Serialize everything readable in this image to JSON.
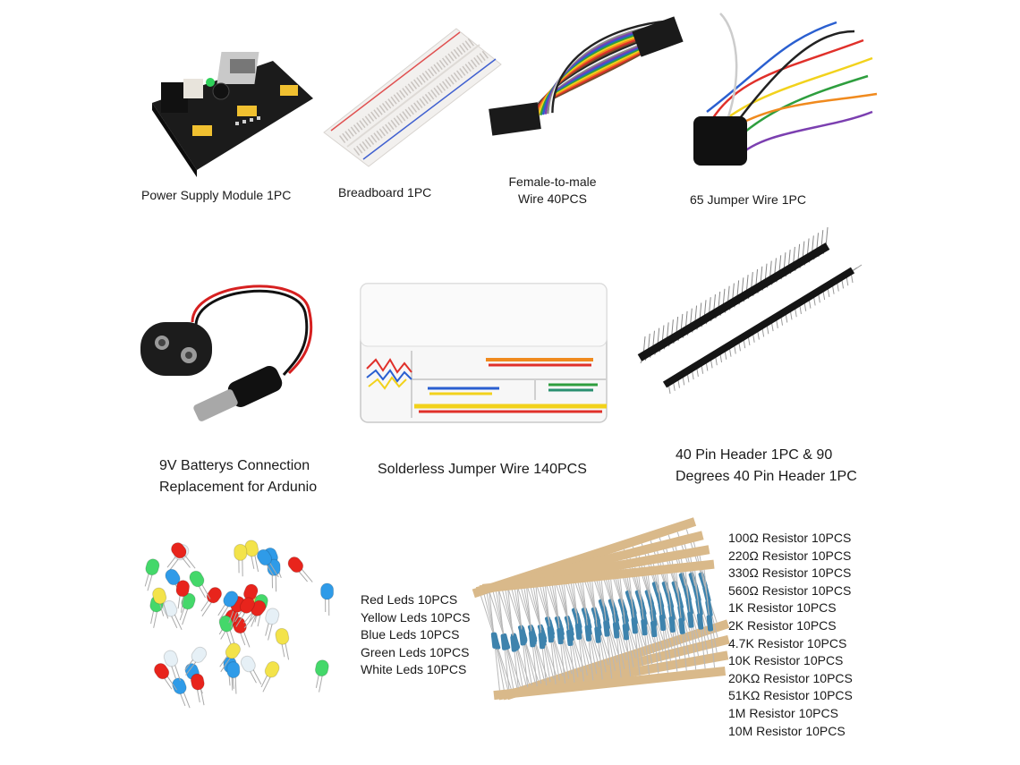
{
  "items": [
    {
      "id": "power-supply-module",
      "lines": [
        "Power Supply Module 1PC"
      ]
    },
    {
      "id": "breadboard",
      "lines": [
        "Breadboard 1PC"
      ]
    },
    {
      "id": "female-to-male-wire",
      "lines": [
        "Female-to-male",
        "Wire 40PCS"
      ]
    },
    {
      "id": "jumper-wire-65",
      "lines": [
        "65 Jumper Wire 1PC"
      ]
    },
    {
      "id": "battery-connector",
      "lines": [
        "9V Batterys Connection",
        "Replacement for Ardunio"
      ]
    },
    {
      "id": "solderless-jumper-wire",
      "lines": [
        "Solderless Jumper Wire 140PCS"
      ]
    },
    {
      "id": "pin-header",
      "lines": [
        "40 Pin Header 1PC & 90",
        "Degrees 40 Pin Header 1PC"
      ]
    }
  ],
  "leds": [
    "Red Leds 10PCS",
    "Yellow Leds 10PCS",
    "Blue Leds 10PCS",
    "Green Leds 10PCS",
    "White Leds 10PCS"
  ],
  "resistors": [
    "100Ω Resistor 10PCS",
    "220Ω Resistor 10PCS",
    "330Ω Resistor 10PCS",
    "560Ω Resistor 10PCS",
    "1K Resistor 10PCS",
    "2K Resistor 10PCS",
    "4.7K Resistor 10PCS",
    "10K Resistor 10PCS",
    "20KΩ Resistor 10PCS",
    "51KΩ Resistor 10PCS",
    "1M Resistor 10PCS",
    "10M Resistor 10PCS"
  ],
  "colors": {
    "wire_rainbow": [
      "#7a4a2a",
      "#e0302a",
      "#f08a1e",
      "#f2d21c",
      "#2e9e3e",
      "#2a5fd0",
      "#7b3fb0",
      "#8a8a8a",
      "#f4f4f4",
      "#222222"
    ],
    "led": [
      "#e8241c",
      "#f3e34a",
      "#2f9be8",
      "#44d86a",
      "#e6f0f6"
    ],
    "resistor_tape": "#d9b98a",
    "resistor_body": "#3e83ad"
  }
}
